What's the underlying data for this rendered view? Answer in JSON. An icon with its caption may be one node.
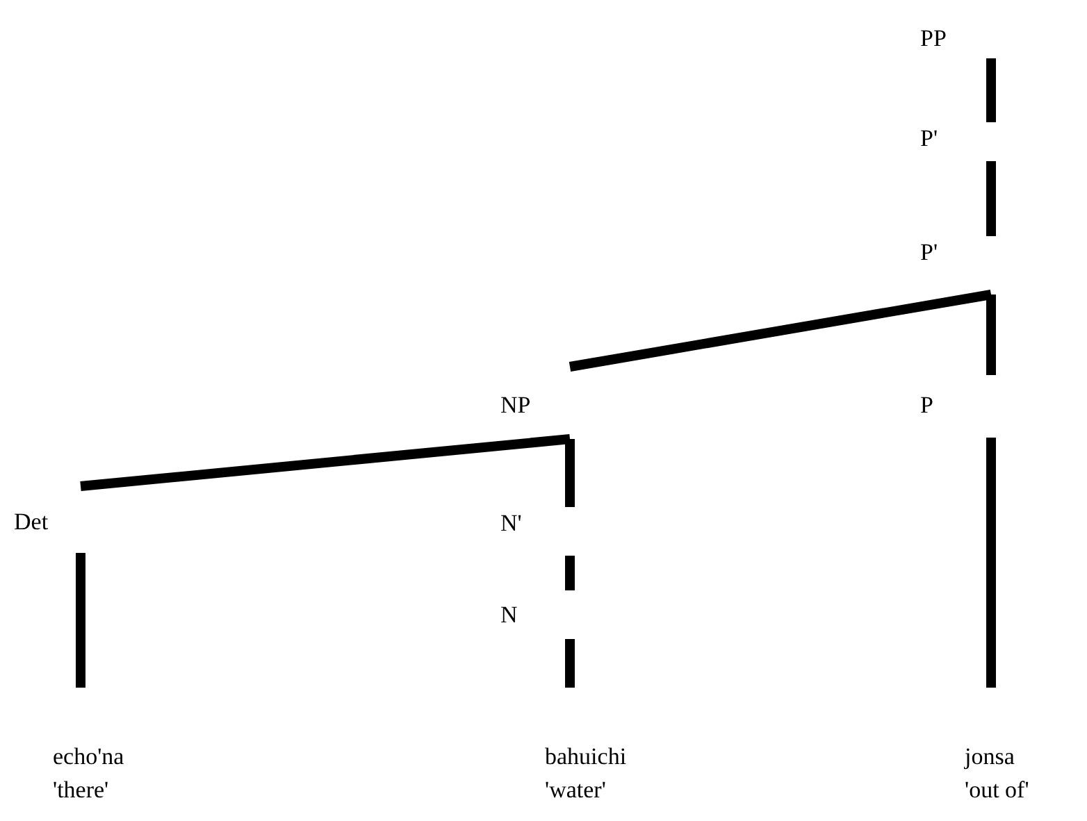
{
  "diagram": {
    "nodes": [
      {
        "text": [
          "PP"
        ]
      },
      {
        "text": [
          "P'"
        ]
      },
      {
        "text": [
          "P'"
        ]
      },
      {
        "text": [
          "NP"
        ]
      },
      {
        "text": [
          "P"
        ]
      },
      {
        "text": [
          "Det"
        ]
      },
      {
        "text": [
          "N'"
        ]
      },
      {
        "text": [
          "N"
        ]
      },
      {
        "text": [
          "echo'na",
          "'there'"
        ]
      },
      {
        "text": [
          "bahuichi",
          "'water'"
        ]
      },
      {
        "text": [
          "jonsa",
          "'out of'"
        ]
      }
    ],
    "edges": [
      {
        "from": 0,
        "to": 1,
        "arrow": "none"
      },
      {
        "from": 1,
        "to": 2,
        "arrow": "none"
      },
      {
        "from": 2,
        "to": 3,
        "arrow": "none"
      },
      {
        "from": 2,
        "to": 4,
        "arrow": "none"
      },
      {
        "from": 3,
        "to": 5,
        "arrow": "none"
      },
      {
        "from": 3,
        "to": 6,
        "arrow": "none"
      },
      {
        "from": 6,
        "to": 7,
        "arrow": "none"
      },
      {
        "from": 7,
        "to": 9,
        "arrow": "none"
      },
      {
        "from": 5,
        "to": 8,
        "arrow": "none"
      },
      {
        "from": 4,
        "to": 10,
        "arrow": "none"
      }
    ]
  }
}
